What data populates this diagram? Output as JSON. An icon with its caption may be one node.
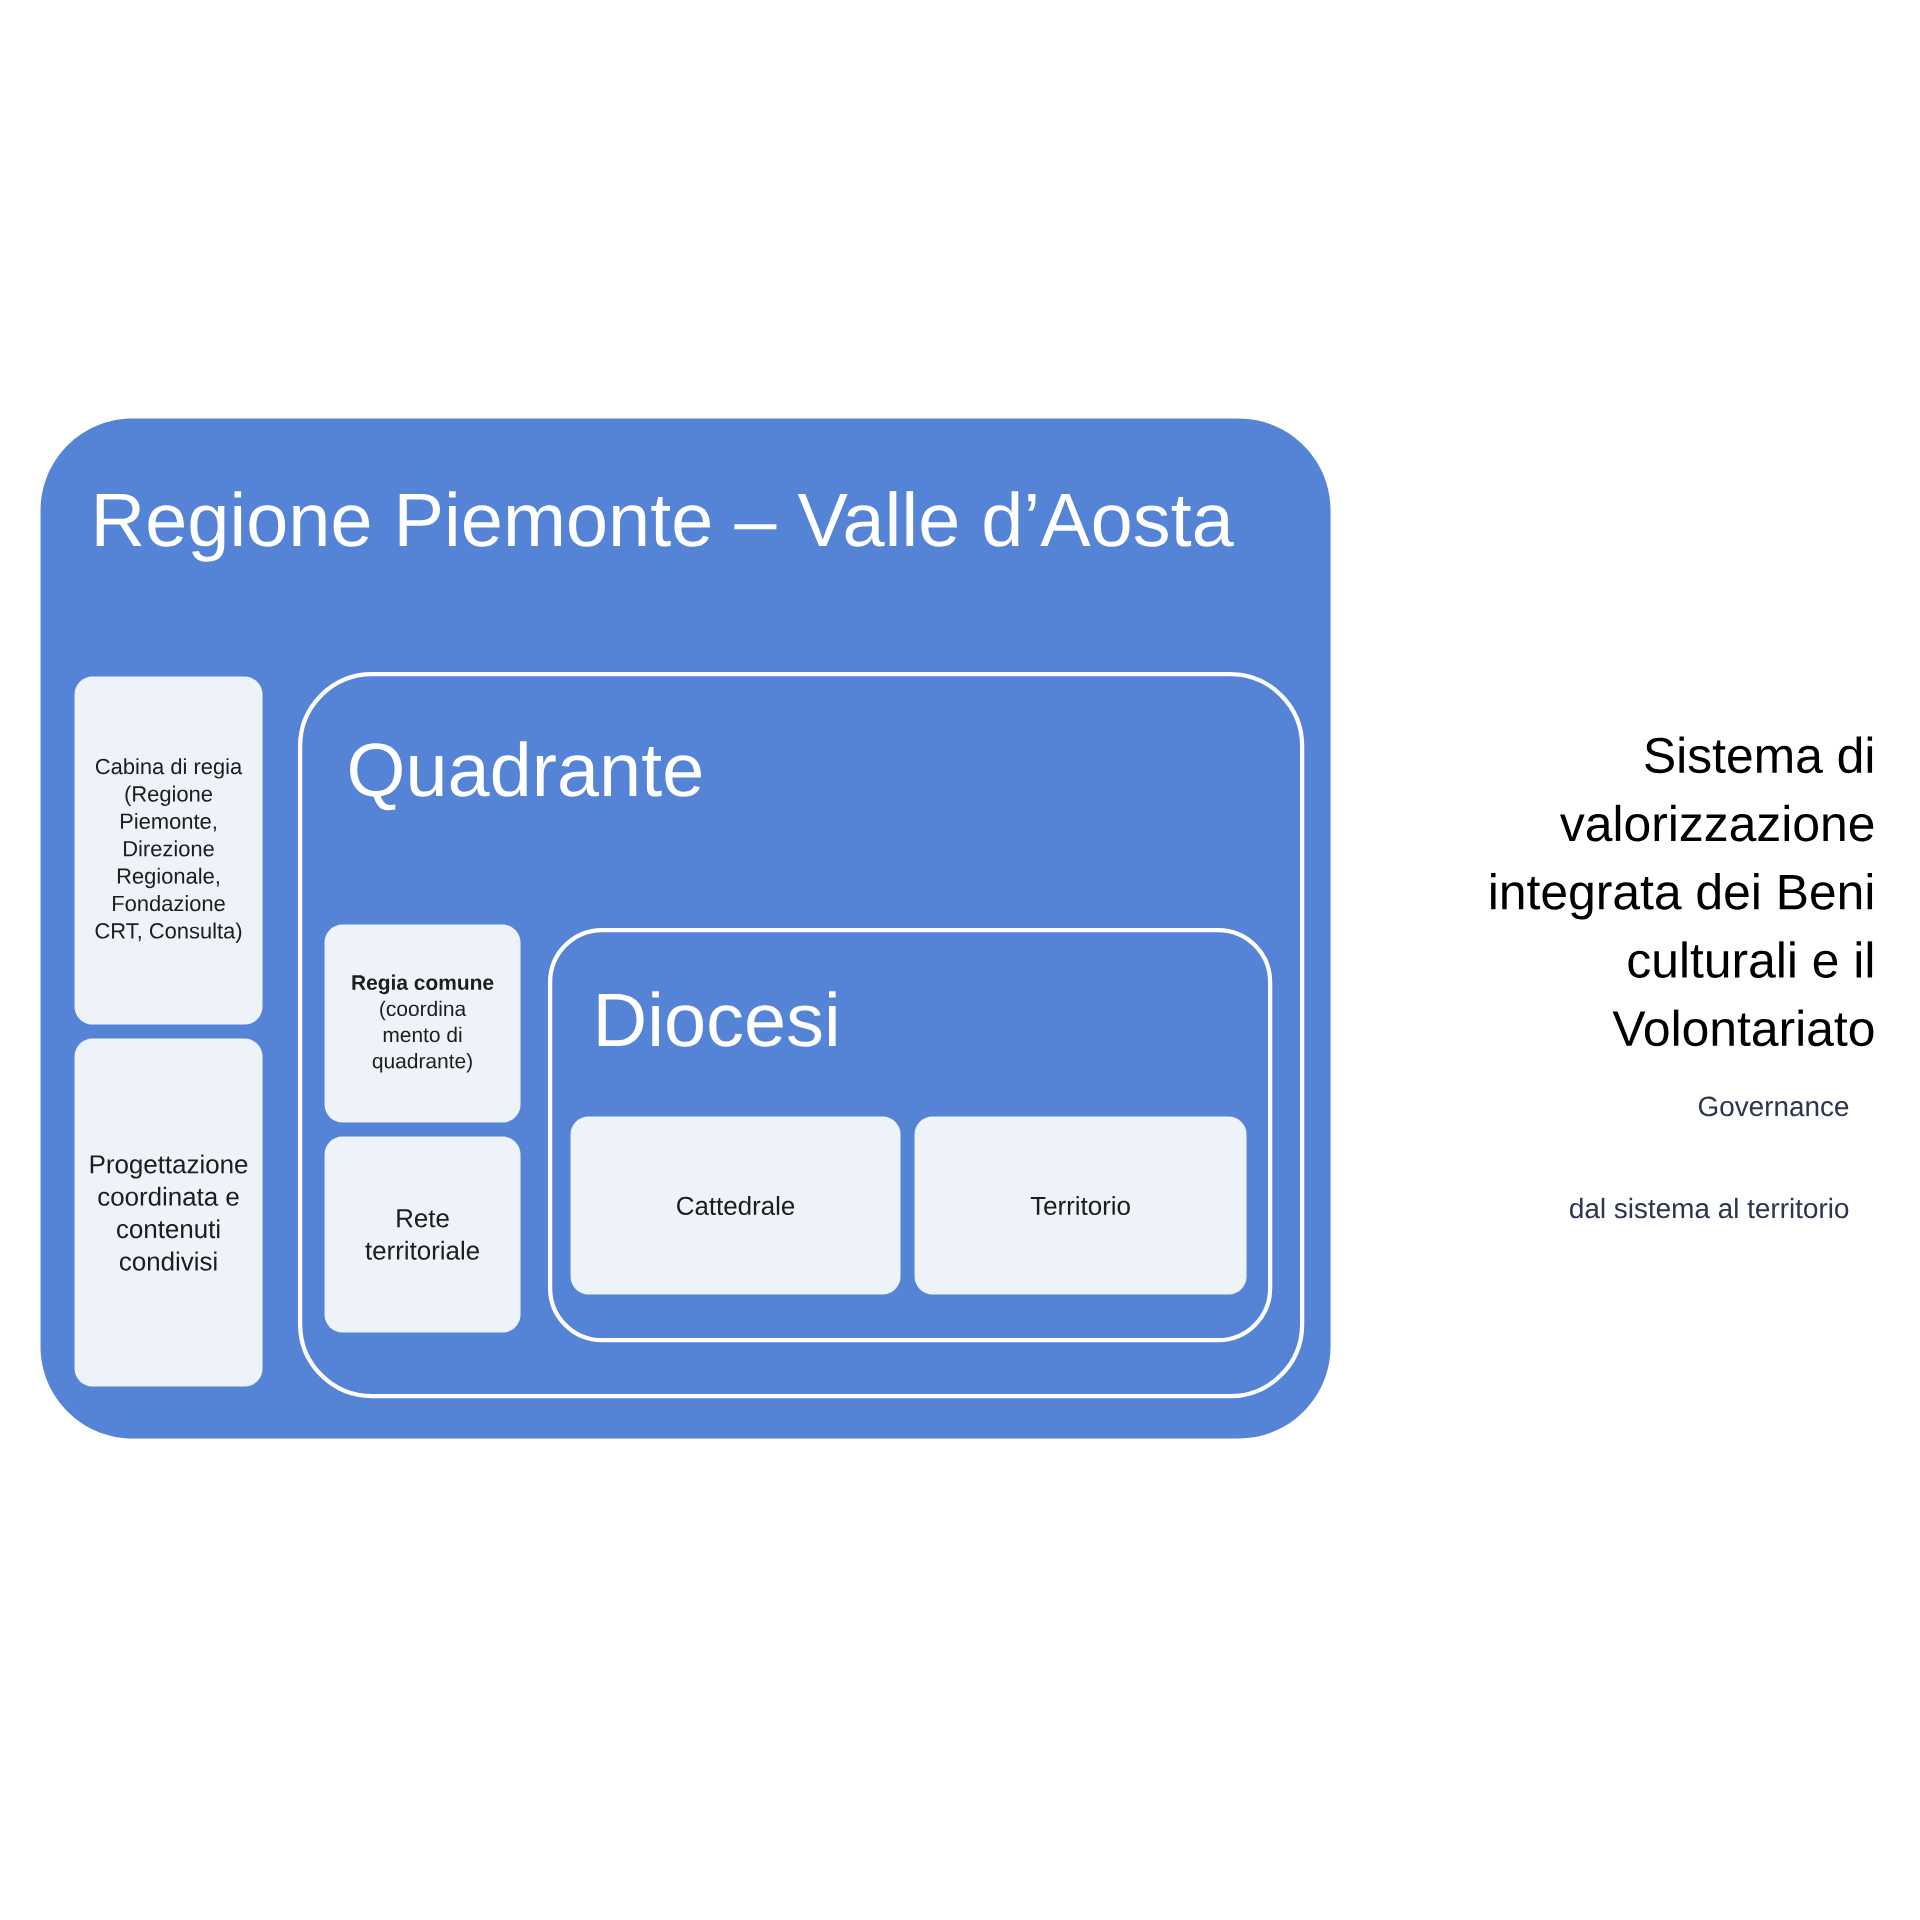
{
  "diagram": {
    "title": "Sistema di valorizzazione integrata dei Beni culturali e il Volontariato",
    "nodes": [
      {
        "text": [
          "Regione Piemonte – Valle d’Aosta"
        ]
      },
      {
        "text": [
          "Cabina di regia (Regione Piemonte, Direzione Regionale, Fondazione CRT, Consulta)"
        ],
        "in": 0
      },
      {
        "text": [
          "Progettazione coordinata e contenuti condivisi"
        ],
        "in": 0
      },
      {
        "text": [
          "Quadrante"
        ],
        "in": 0
      },
      {
        "text": [
          "**Regia comune** (coordina mento di quadrante)"
        ],
        "in": 3
      },
      {
        "text": [
          "Rete territoriale"
        ],
        "in": 3
      },
      {
        "text": [
          "Diocesi"
        ],
        "in": 3
      },
      {
        "text": [
          "Cattedrale"
        ],
        "in": 6
      },
      {
        "text": [
          "Territorio"
        ],
        "in": 6
      }
    ],
    "labels": [
      "Governance",
      "dal sistema al territorio"
    ]
  }
}
